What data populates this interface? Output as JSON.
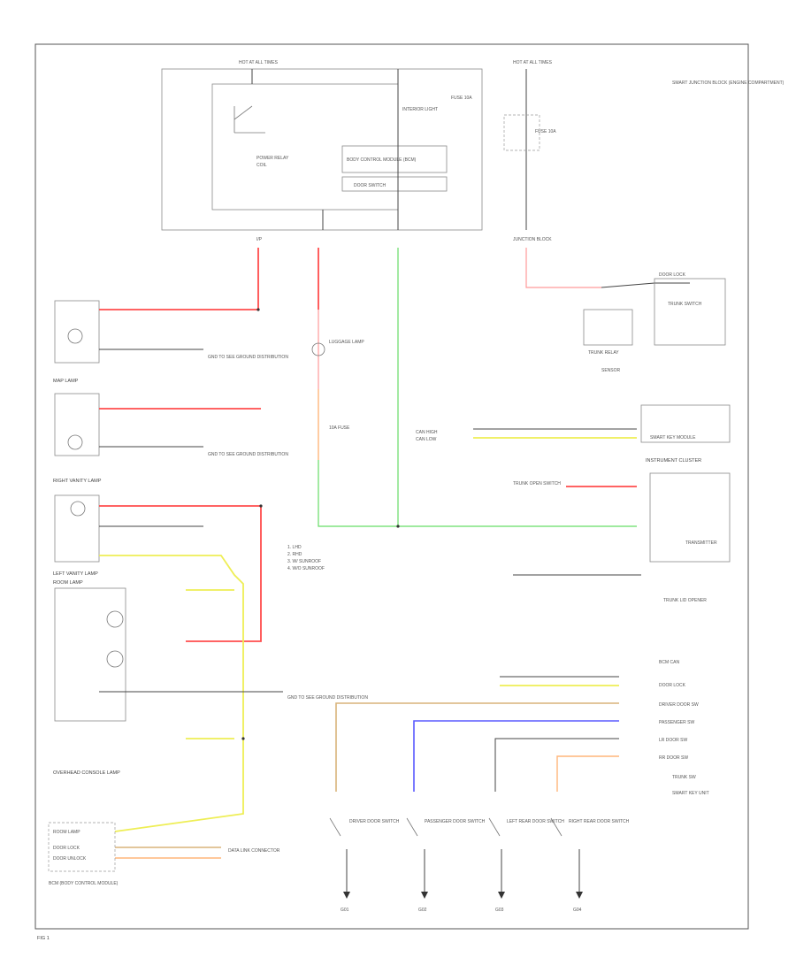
{
  "figure_label": "FIG 1",
  "diagram": {
    "junction_block": {
      "fuse_left_label": "HOT AT ALL TIMES",
      "fuse_right_label": "HOT AT ALL TIMES",
      "relay_label": "POWER RELAY",
      "relay_coil_label": "COIL",
      "interior_label": "INTERIOR LIGHT",
      "inner_module_label": "BODY CONTROL MODULE (BCM)",
      "switch_label": "DOOR SWITCH",
      "fuse_a_label": "FUSE 10A",
      "fuse_b_label": "FUSE 10A",
      "connector_left_label": "I/P",
      "connector_right_label": "JUNCTION BLOCK"
    },
    "top_right_label": "SMART JUNCTION BLOCK (ENGINE COMPARTMENT)",
    "left_components": {
      "map_lamp": "MAP LAMP",
      "right_vanity": "RIGHT VANITY LAMP",
      "left_vanity": "LEFT VANITY LAMP",
      "room_lamp": "ROOM LAMP",
      "overhead_console": "OVERHEAD CONSOLE LAMP",
      "ground_note_1": "GND TO SEE GROUND DISTRIBUTION",
      "ground_note_2": "GND TO SEE GROUND DISTRIBUTION",
      "ground_note_3": "GND TO SEE GROUND DISTRIBUTION"
    },
    "center": {
      "luggage_lamp": "LUGGAGE LAMP",
      "fuse_note": "10A FUSE",
      "legend_1": "1. LHD",
      "legend_2": "2. RHD",
      "legend_3": "3. W/ SUNROOF",
      "legend_4": "4. W/O SUNROOF"
    },
    "right_components": {
      "door_lock": "DOOR LOCK",
      "trunk_switch": "TRUNK SWITCH",
      "trunk_relay": "TRUNK RELAY",
      "sensor_note": "SENSOR",
      "can_high": "CAN HIGH",
      "can_low": "CAN LOW",
      "smart_key_module": "SMART KEY MODULE",
      "instrument_cluster": "INSTRUMENT CLUSTER",
      "trunk_lid_switch": "TRUNK OPEN SWITCH",
      "trunk_lid_note": "TRUNK LID OPENER",
      "transmitter": "TRANSMITTER"
    },
    "bottom_components": {
      "bus_can": "BCM CAN",
      "bus_door": "DOOR LOCK",
      "bus_driver": "DRIVER DOOR SW",
      "bus_passenger": "PASSENGER SW",
      "bus_lr": "LR DOOR SW",
      "bus_rr": "RR DOOR SW",
      "bus_trunk": "TRUNK SW",
      "bus_smart": "SMART KEY UNIT",
      "driver_switch": "DRIVER DOOR SWITCH",
      "passenger_switch": "PASSENGER DOOR SWITCH",
      "lr_switch": "LEFT REAR DOOR SWITCH",
      "rr_switch": "RIGHT REAR DOOR SWITCH",
      "ground_a": "G01",
      "ground_b": "G02",
      "ground_c": "G03",
      "ground_d": "G04"
    },
    "bottom_left": {
      "bcm_label": "BCM (BODY CONTROL MODULE)",
      "room_lamp_out": "ROOM LAMP",
      "door_lock_out": "DOOR LOCK",
      "door_unlock_out": "DOOR UNLOCK",
      "data_link": "DATA LINK CONNECTOR"
    }
  }
}
